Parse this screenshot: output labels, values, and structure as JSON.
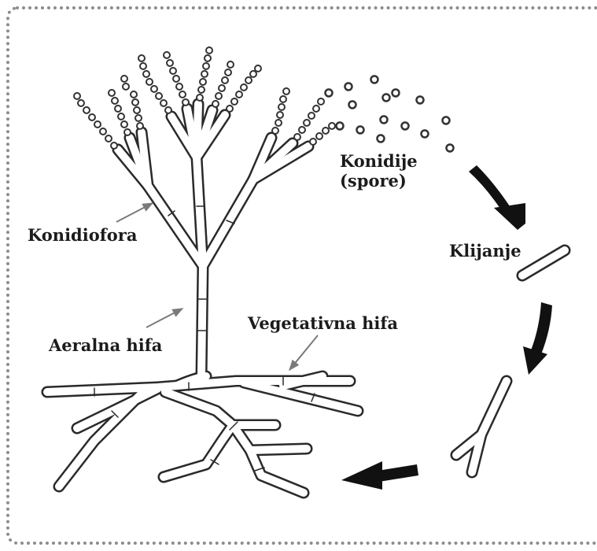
{
  "labels": {
    "konidije_line1": "Konidije",
    "konidije_line2": "(spore)",
    "konidiofora": "Konidiofora",
    "klijanje": "Klijanje",
    "aeralna_hifa": "Aeralna hifa",
    "vegetativna_hifa": "Vegetativna hifa"
  },
  "colors": {
    "border": "#8c8c8c",
    "ink": "#1c1c1c",
    "pointer": "#7a7a7a"
  }
}
